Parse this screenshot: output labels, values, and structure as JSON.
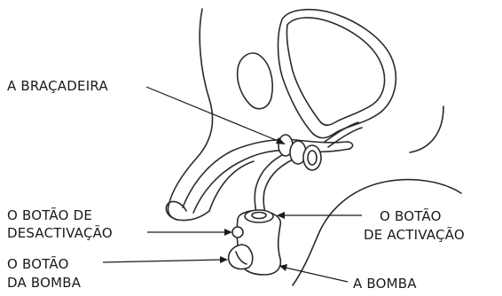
{
  "labels": {
    "clamp": "A BRAÇADEIRA",
    "deactivation_button_line1": "O BOTÃO DE",
    "deactivation_button_line2": "DESACTIVAÇÃO",
    "pump_button_line1": "O BOTÃO",
    "pump_button_line2": "DA BOMBA",
    "activation_button_line1": "O BOTÃO",
    "activation_button_line2": "DE ACTIVAÇÃO",
    "pump": "A BOMBA"
  }
}
